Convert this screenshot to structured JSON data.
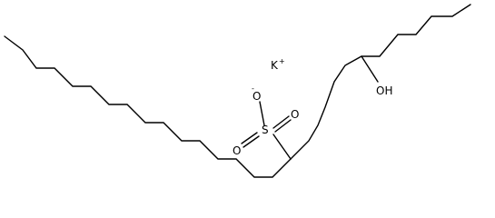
{
  "molecule": {
    "labels": {
      "potassium": "K",
      "potassium_charge": "+",
      "oxygen_anion": "O",
      "oxygen_charge": "-",
      "sulfur": "S",
      "oxygen_top": "O",
      "oxygen_bottom": "O",
      "hydroxyl": "OH"
    }
  }
}
